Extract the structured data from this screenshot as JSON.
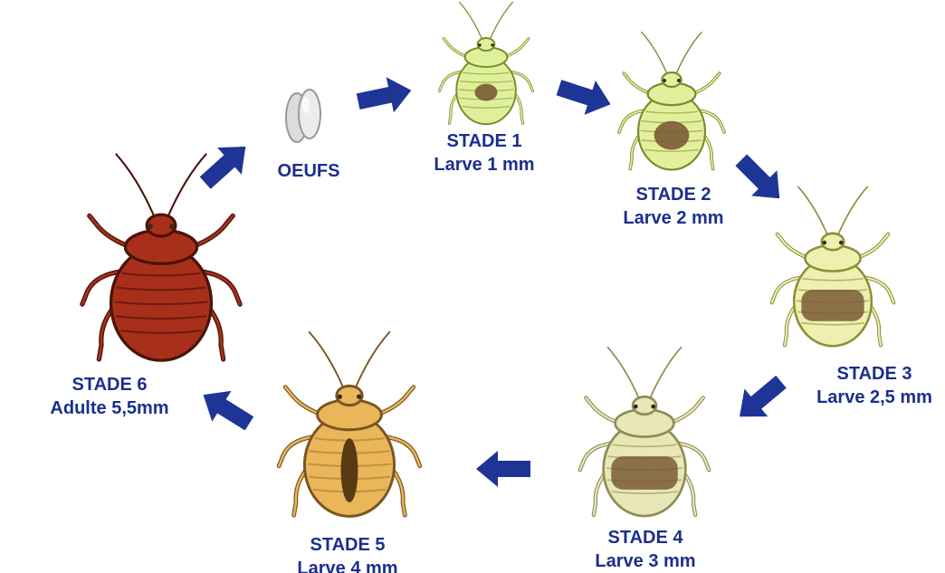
{
  "colors": {
    "label_text": "#1b2f8c",
    "arrow": "#1f3596",
    "nymph_light": "#dff09a",
    "nymph_mid": "#e4ef9e",
    "nymph_pale": "#eef0b0",
    "nymph_stage4": "#e8e7b8",
    "nymph_stage5": "#e9b65a",
    "adult": "#a8301a",
    "egg": "#e6e6e6",
    "gut": "#7a5a35"
  },
  "stages": [
    {
      "id": "eggs",
      "title": "OEUFS",
      "subtitle": ""
    },
    {
      "id": "stage1",
      "title": "STADE 1",
      "subtitle": "Larve 1 mm"
    },
    {
      "id": "stage2",
      "title": "STADE 2",
      "subtitle": "Larve 2 mm"
    },
    {
      "id": "stage3",
      "title": "STADE 3",
      "subtitle": "Larve 2,5 mm"
    },
    {
      "id": "stage4",
      "title": "STADE 4",
      "subtitle": "Larve 3 mm"
    },
    {
      "id": "stage5",
      "title": "STADE 5",
      "subtitle": "Larve 4 mm"
    },
    {
      "id": "stage6",
      "title": "STADE 6",
      "subtitle": "Adulte 5,5mm"
    }
  ],
  "arrows": [
    {
      "from": "eggs",
      "to": "stage1"
    },
    {
      "from": "stage1",
      "to": "stage2"
    },
    {
      "from": "stage2",
      "to": "stage3"
    },
    {
      "from": "stage3",
      "to": "stage4"
    },
    {
      "from": "stage4",
      "to": "stage5"
    },
    {
      "from": "stage5",
      "to": "stage6"
    },
    {
      "from": "stage6",
      "to": "eggs"
    }
  ]
}
